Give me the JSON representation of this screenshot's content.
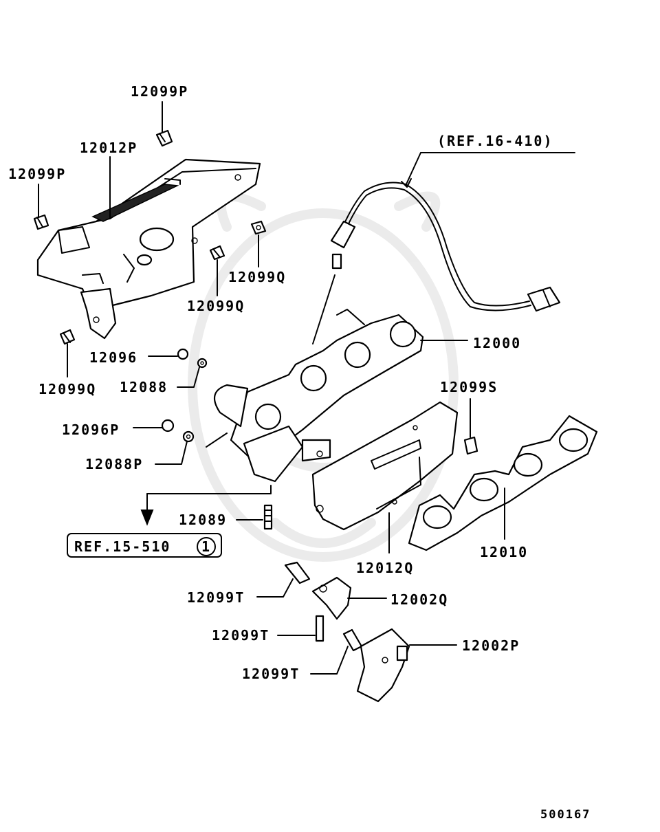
{
  "diagram": {
    "catalog_number": "500167",
    "references": {
      "oxygen_sensor_ref": "(REF.16-410)",
      "exhaust_ref_text": "REF.15-510",
      "exhaust_ref_circle": "1"
    },
    "labels": {
      "p12099P_top": "12099P",
      "p12012P": "12012P",
      "p12099P_left": "12099P",
      "p12099Q_right": "12099Q",
      "p12099Q_mid": "12099Q",
      "p12099Q_left": "12099Q",
      "p12096": "12096",
      "p12088": "12088",
      "p12096P": "12096P",
      "p12088P": "12088P",
      "p12089": "12089",
      "p12000": "12000",
      "p12099S": "12099S",
      "p12010": "12010",
      "p12012Q": "12012Q",
      "p12099T_a": "12099T",
      "p12002Q": "12002Q",
      "p12099T_b": "12099T",
      "p12002P": "12002P",
      "p12099T_c": "12099T"
    }
  }
}
